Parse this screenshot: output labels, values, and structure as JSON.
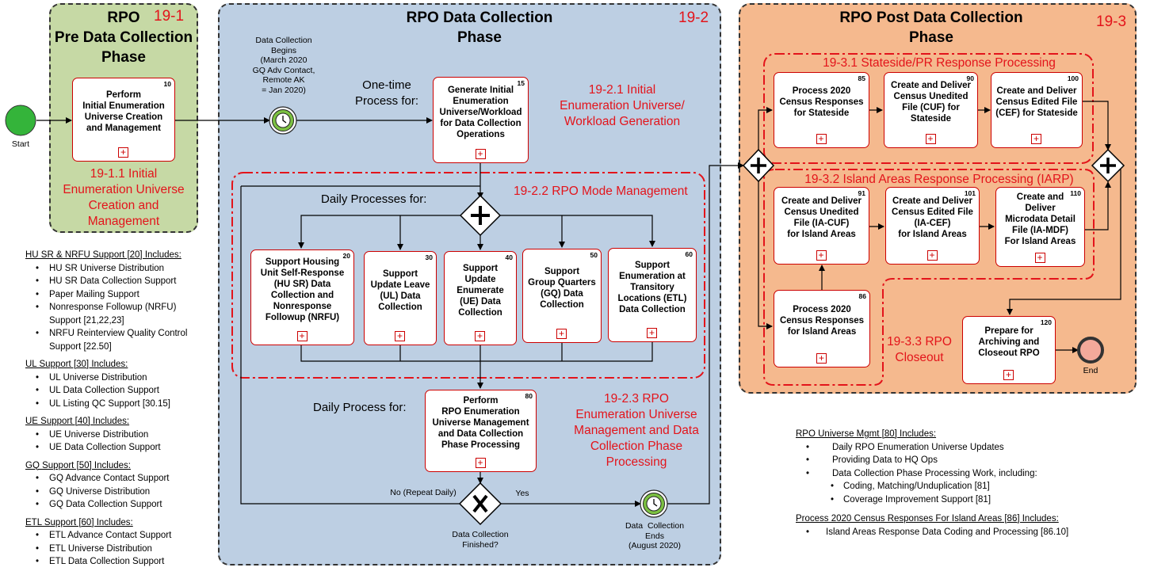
{
  "phases": {
    "pre": {
      "title": "RPO\nPre Data Collection\nPhase",
      "num": "19-1",
      "sub": "19-1.1 Initial\nEnumeration Universe\nCreation and\nManagement"
    },
    "collection": {
      "title": "RPO Data Collection\nPhase",
      "num": "19-2"
    },
    "post": {
      "title": "RPO Post Data Collection\nPhase",
      "num": "19-3"
    }
  },
  "events": {
    "start": "Start",
    "end": "End",
    "begins": "Data Collection\nBegins\n(March 2020\nGQ Adv Contact,\nRemote AK\n= Jan 2020)",
    "ends": "Data  Collection\nEnds\n(August 2020)"
  },
  "labels": {
    "one_time": "One-time\nProcess for:",
    "daily_processes": "Daily Processes for:",
    "daily_process": "Daily Process for:",
    "no_repeat": "No (Repeat Daily)",
    "yes": "Yes",
    "finished": "Data Collection\nFinished?"
  },
  "subprocess_labels": {
    "s21": "19-2.1 Initial\nEnumeration Universe/\nWorkload Generation",
    "s22": "19-2.2 RPO Mode Management",
    "s23": "19-2.3 RPO\nEnumeration Universe\nManagement and Data\nCollection Phase\nProcessing",
    "s31": "19-3.1 Stateside/PR Response Processing",
    "s32": "19-3.2 Island Areas Response Processing (IARP)",
    "s33": "19-3.3 RPO\nCloseout"
  },
  "boxes": {
    "b10": {
      "num": "10",
      "text": "Perform\nInitial Enumeration\nUniverse Creation\nand Management"
    },
    "b15": {
      "num": "15",
      "text": "Generate Initial\nEnumeration\nUniverse/Workload\nfor Data Collection\nOperations"
    },
    "b20": {
      "num": "20",
      "text": "Support Housing\nUnit Self-Response\n(HU SR) Data\nCollection and\nNonresponse\nFollowup (NRFU)"
    },
    "b30": {
      "num": "30",
      "text": "Support\nUpdate Leave\n(UL) Data\nCollection"
    },
    "b40": {
      "num": "40",
      "text": "Support\nUpdate\nEnumerate\n(UE) Data\nCollection"
    },
    "b50": {
      "num": "50",
      "text": "Support\nGroup Quarters\n(GQ) Data\nCollection"
    },
    "b60": {
      "num": "60",
      "text": "Support\nEnumeration at\nTransitory\nLocations (ETL)\nData Collection"
    },
    "b80": {
      "num": "80",
      "text": "Perform\nRPO Enumeration\nUniverse Management\nand Data Collection\nPhase Processing"
    },
    "b85": {
      "num": "85",
      "text": "Process 2020\nCensus Responses\nfor Stateside"
    },
    "b90": {
      "num": "90",
      "text": "Create and Deliver\nCensus Unedited\nFile (CUF) for\nStateside"
    },
    "b100": {
      "num": "100",
      "text": "Create and Deliver\nCensus Edited File\n(CEF) for Stateside"
    },
    "b91": {
      "num": "91",
      "text": "Create and Deliver\nCensus Unedited\nFile (IA-CUF)\nfor Island Areas"
    },
    "b101": {
      "num": "101",
      "text": "Create and Deliver\nCensus Edited File\n(IA-CEF)\nfor Island Areas"
    },
    "b110": {
      "num": "110",
      "text": "Create and\nDeliver\nMicrodata Detail\nFile (IA-MDF)\nFor Island Areas"
    },
    "b86": {
      "num": "86",
      "text": "Process 2020\nCensus Responses\nfor Island Areas"
    },
    "b120": {
      "num": "120",
      "text": "Prepare for\nArchiving and\nCloseout RPO"
    }
  },
  "left_list": [
    {
      "h": "HU SR & NRFU Support [20] Includes:",
      "items": [
        "HU SR Universe Distribution",
        "HU SR Data Collection Support",
        "Paper Mailing Support",
        "Nonresponse Followup (NRFU)\nSupport [21,22,23]",
        "NRFU Reinterview Quality Control\nSupport [22.50]"
      ]
    },
    {
      "h": "UL Support [30] Includes:",
      "items": [
        "UL Universe Distribution",
        "UL Data Collection Support",
        "UL Listing QC Support [30.15]"
      ]
    },
    {
      "h": "UE Support [40] Includes:",
      "items": [
        "UE Universe Distribution",
        "UE Data Collection Support"
      ]
    },
    {
      "h": "GQ Support [50] Includes:",
      "items": [
        "GQ Advance Contact Support",
        "GQ Universe Distribution",
        "GQ Data Collection Support"
      ]
    },
    {
      "h": "ETL Support [60] Includes:",
      "items": [
        "ETL Advance Contact Support",
        "ETL Universe Distribution",
        "ETL Data Collection Support"
      ]
    }
  ],
  "right_list": {
    "h1": "RPO Universe Mgmt [80] Includes:",
    "items1": [
      "Daily RPO Enumeration Universe Updates",
      "Providing Data to HQ Ops",
      "Data Collection Phase Processing Work, including:"
    ],
    "subitems1": [
      "Coding, Matching/Unduplication [81]",
      "Coverage Improvement Support [81]"
    ],
    "h2": "Process 2020 Census Responses For Island Areas [86] Includes:",
    "items2": [
      "Island Areas Response Data Coding and Processing [86.10]"
    ]
  },
  "icons": {
    "parallel": "parallel-gateway-icon",
    "exclusive": "exclusive-gateway-icon",
    "timer": "timer-event-icon",
    "subprocess": "subprocess-plus-icon"
  },
  "colors": {
    "pre_phase": "#c6d9a5",
    "collection_phase": "#bdcfe3",
    "post_phase": "#f5b98e",
    "label_red": "#e3141b",
    "start": "#34b43a",
    "end": "#f4a99b"
  }
}
